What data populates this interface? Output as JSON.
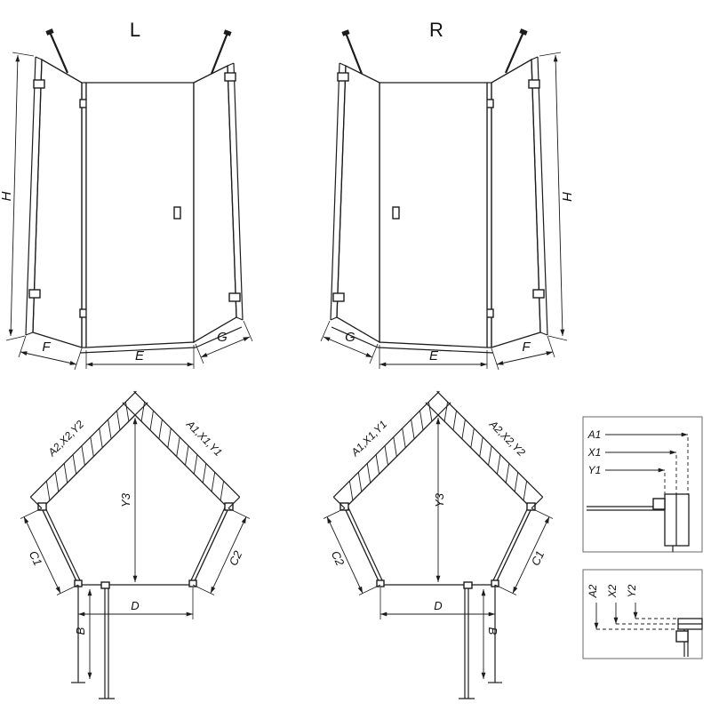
{
  "colors": {
    "line": "#1c1c1c",
    "detail_box_border": "#6a6a6a",
    "background": "#ffffff"
  },
  "elevation_left": {
    "variant": "L",
    "dims": {
      "height": "H",
      "left": "F",
      "center": "E",
      "right": "G"
    }
  },
  "elevation_right": {
    "variant": "R",
    "dims": {
      "height": "H",
      "left": "G",
      "center": "E",
      "right": "F"
    }
  },
  "plan_left": {
    "dims": {
      "wall_upper_left": "A2,X2,Y2",
      "wall_upper_right": "A1,X1,Y1",
      "depth": "Y3",
      "side_left": "C1",
      "side_right": "C2",
      "front": "D",
      "door_open": "B"
    }
  },
  "plan_right": {
    "dims": {
      "wall_upper_left": "A1,X1,Y1",
      "wall_upper_right": "A2,X2,Y2",
      "depth": "Y3",
      "side_left": "C2",
      "side_right": "C1",
      "front": "D",
      "door_open": "B"
    }
  },
  "detail_top": {
    "dims": {
      "row1": "A1",
      "row2": "X1",
      "row3": "Y1"
    }
  },
  "detail_bottom": {
    "dims": {
      "col1": "A2",
      "col2": "X2",
      "col3": "Y2"
    }
  }
}
